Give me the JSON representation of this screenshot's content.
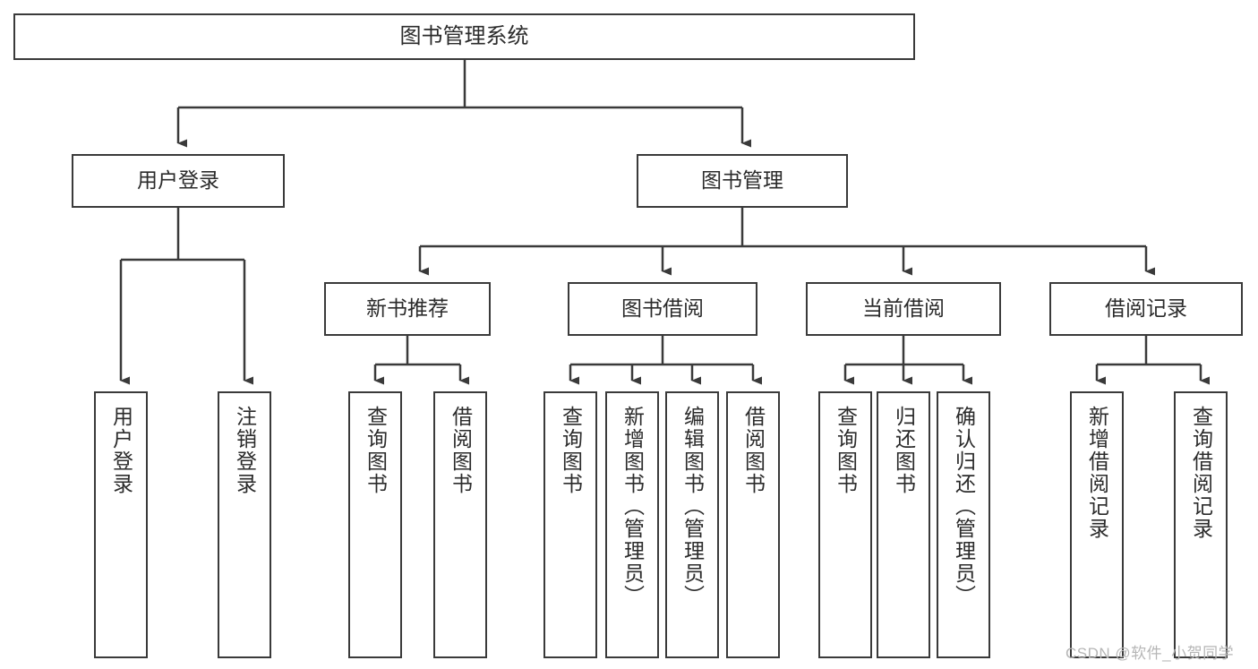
{
  "diagram": {
    "title": "图书管理系统",
    "type": "hierarchy-tree",
    "root": {
      "id": "root",
      "label": "图书管理系统"
    },
    "level2": [
      {
        "id": "user-login",
        "label": "用户登录"
      },
      {
        "id": "book-management",
        "label": "图书管理"
      }
    ],
    "level3": [
      {
        "id": "new-book-recommend",
        "label": "新书推荐"
      },
      {
        "id": "book-borrow",
        "label": "图书借阅"
      },
      {
        "id": "current-borrow",
        "label": "当前借阅"
      },
      {
        "id": "borrow-record",
        "label": "借阅记录"
      }
    ],
    "leaves": {
      "user-login": [
        {
          "id": "leaf-user-login",
          "label": "用户登录"
        },
        {
          "id": "leaf-logout-login",
          "label": "注销登录"
        }
      ],
      "new-book-recommend": [
        {
          "id": "leaf-query-book-1",
          "label": "查询图书"
        },
        {
          "id": "leaf-borrow-book-1",
          "label": "借阅图书"
        }
      ],
      "book-borrow": [
        {
          "id": "leaf-query-book-2",
          "label": "查询图书"
        },
        {
          "id": "leaf-add-book-admin",
          "label": "新增图书（管理员）"
        },
        {
          "id": "leaf-edit-book-admin",
          "label": "编辑图书（管理员）"
        },
        {
          "id": "leaf-borrow-book-2",
          "label": "借阅图书"
        }
      ],
      "current-borrow": [
        {
          "id": "leaf-query-book-3",
          "label": "查询图书"
        },
        {
          "id": "leaf-return-book",
          "label": "归还图书"
        },
        {
          "id": "leaf-confirm-return-admin",
          "label": "确认归还（管理员）"
        }
      ],
      "borrow-record": [
        {
          "id": "leaf-add-borrow-record",
          "label": "新增借阅记录"
        },
        {
          "id": "leaf-query-borrow-record",
          "label": "查询借阅记录"
        }
      ]
    }
  },
  "watermark": {
    "text": "CSDN @软件_小贺同学"
  },
  "colors": {
    "stroke": "#3a3a3a",
    "background": "#ffffff",
    "text": "#2b2b2b",
    "watermark": "#b6b6b6"
  }
}
